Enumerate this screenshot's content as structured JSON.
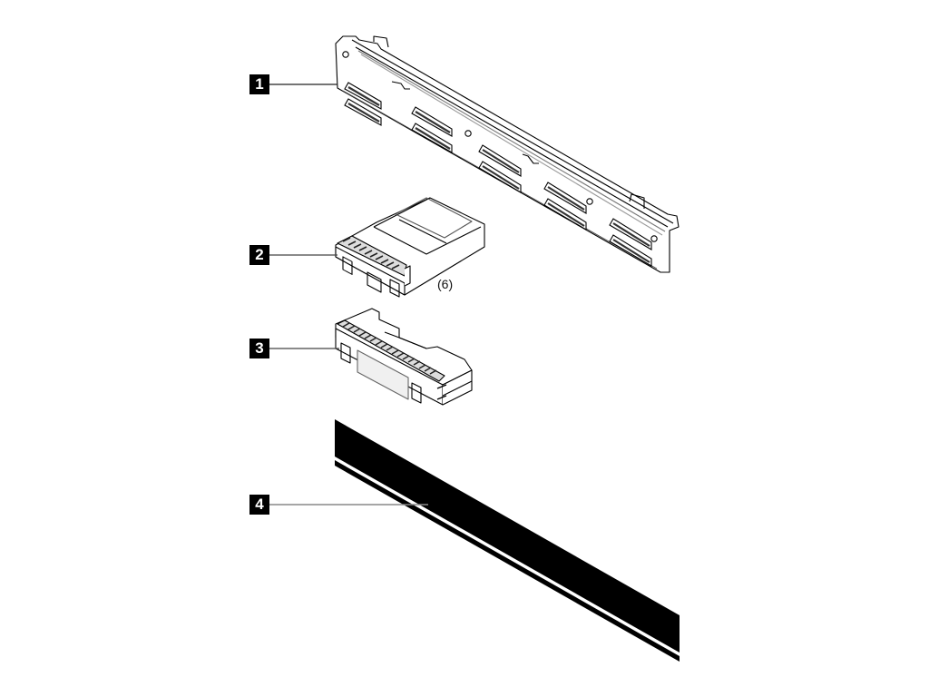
{
  "diagram": {
    "type": "exploded parts illustration",
    "background": "#ffffff",
    "callouts": [
      {
        "number": "1",
        "part": "backplane"
      },
      {
        "number": "2",
        "part": "drive-bay-filler"
      },
      {
        "number": "3",
        "part": "dual-filler"
      },
      {
        "number": "4",
        "part": "cable"
      }
    ],
    "quantity_labels": [
      {
        "for": "2",
        "text": "(6)"
      }
    ]
  }
}
